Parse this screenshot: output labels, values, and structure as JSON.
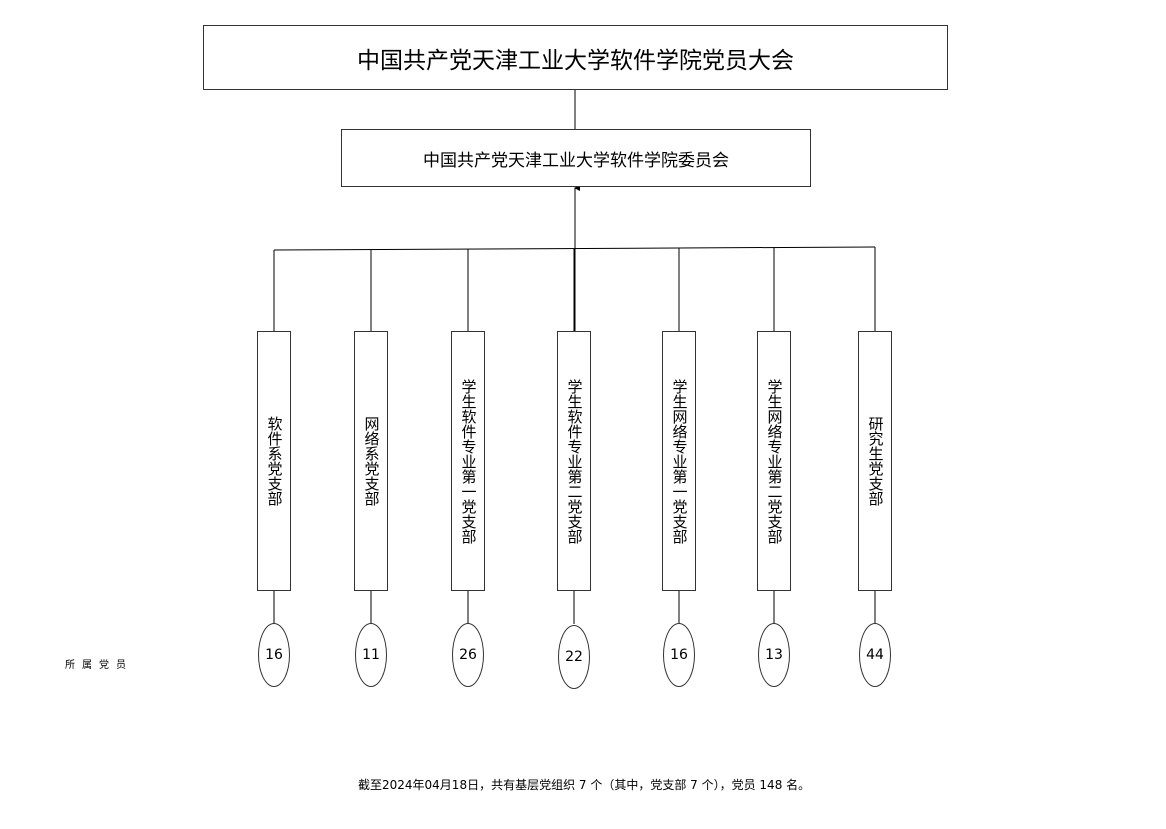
{
  "assembly_title": "中国共产党天津工业大学软件学院党员大会",
  "committee_title": "中国共产党天津工业大学软件学院委员会",
  "members_label": "所属党员",
  "branches": [
    {
      "name": "软件系党支部",
      "members": "16"
    },
    {
      "name": "网络系党支部",
      "members": "11"
    },
    {
      "name": "学生软件专业第一党支部",
      "members": "26"
    },
    {
      "name": "学生软件专业第二党支部",
      "members": "22"
    },
    {
      "name": "学生网络专业第一党支部",
      "members": "16"
    },
    {
      "name": "学生网络专业第二党支部",
      "members": "13"
    },
    {
      "name": "研究生党支部",
      "members": "44"
    }
  ],
  "footer_note": "截至2024年04月18日，共有基层党组织 7 个（其中，党支部 7 个），党员 148 名。"
}
